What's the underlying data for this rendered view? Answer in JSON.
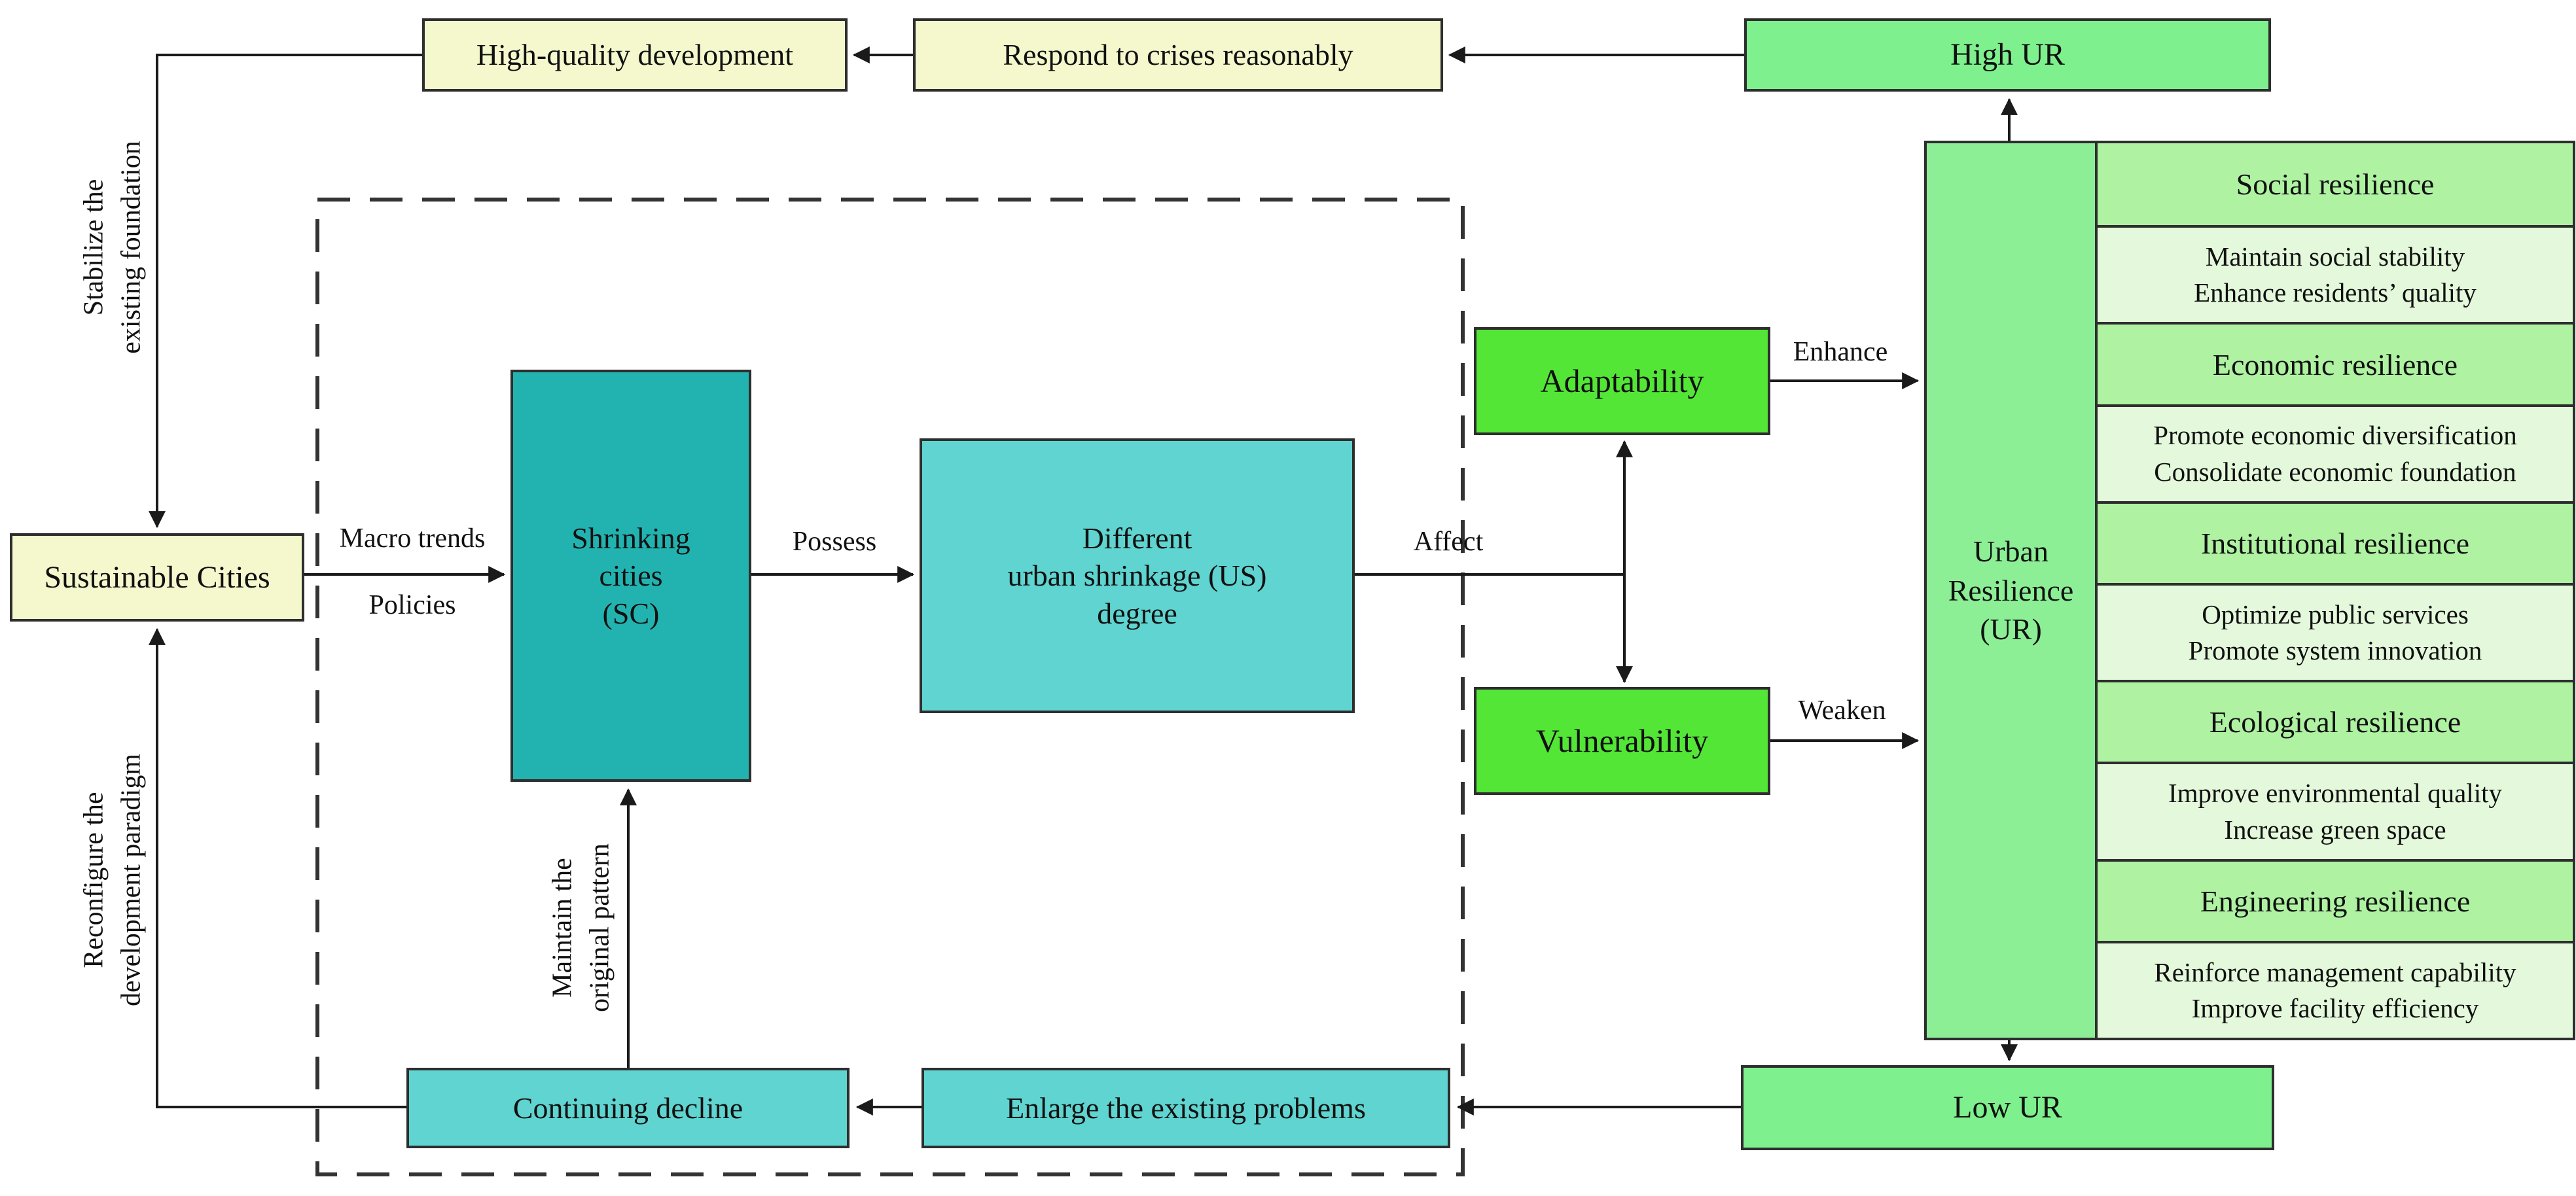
{
  "figure": {
    "type": "flow-diagram",
    "topic": "Shrinking cities, urban shrinkage degree and urban resilience",
    "nodes": {
      "high_quality_development": "High-quality development",
      "respond_to_crises": "Respond to crises reasonably",
      "high_ur": "High UR",
      "sustainable_cities": "Sustainable Cities",
      "shrinking_cities": "Shrinking\ncities\n(SC)",
      "urban_shrinkage_degree": "Different\nurban shrinkage (US)\ndegree",
      "adaptability": "Adaptability",
      "vulnerability": "Vulnerability",
      "urban_resilience": "Urban\nResilience\n(UR)",
      "continuing_decline": "Continuing decline",
      "enlarge_problems": "Enlarge the existing problems",
      "low_ur": "Low UR"
    },
    "edge_labels": {
      "stabilize": "Stabilize the\nexisting foundation",
      "reconfigure": "Reconfigure the\ndevelopment paradigm",
      "macro_trends": "Macro trends",
      "policies": "Policies",
      "possess": "Possess",
      "affect": "Affect",
      "enhance": "Enhance",
      "weaken": "Weaken",
      "maintain": "Maintain the\noriginal pattern"
    },
    "resilience_table": [
      {
        "type": "header",
        "text": "Social resilience"
      },
      {
        "type": "detail",
        "text": "Maintain social stability\nEnhance residents’ quality"
      },
      {
        "type": "header",
        "text": "Economic resilience"
      },
      {
        "type": "detail",
        "text": "Promote economic diversification\nConsolidate economic foundation"
      },
      {
        "type": "header",
        "text": "Institutional resilience"
      },
      {
        "type": "detail",
        "text": "Optimize public services\nPromote system innovation"
      },
      {
        "type": "header",
        "text": "Ecological resilience"
      },
      {
        "type": "detail",
        "text": "Improve environmental quality\nIncrease green space"
      },
      {
        "type": "header",
        "text": "Engineering resilience"
      },
      {
        "type": "detail",
        "text": "Reinforce management capability\nImprove facility efficiency"
      }
    ],
    "colors": {
      "cream_box": "#f5f7cd",
      "bright_green_box": "#53e636",
      "light_green_box": "#7ef08d",
      "ur_column_green": "#8cef96",
      "table_header_green": "#aef2a2",
      "table_detail_green": "#e4f9dc",
      "dark_teal_box": "#22b3b0",
      "light_teal_box": "#5fd4d0",
      "border": "#2e2e2e",
      "arrow": "#1a1a1a"
    }
  }
}
